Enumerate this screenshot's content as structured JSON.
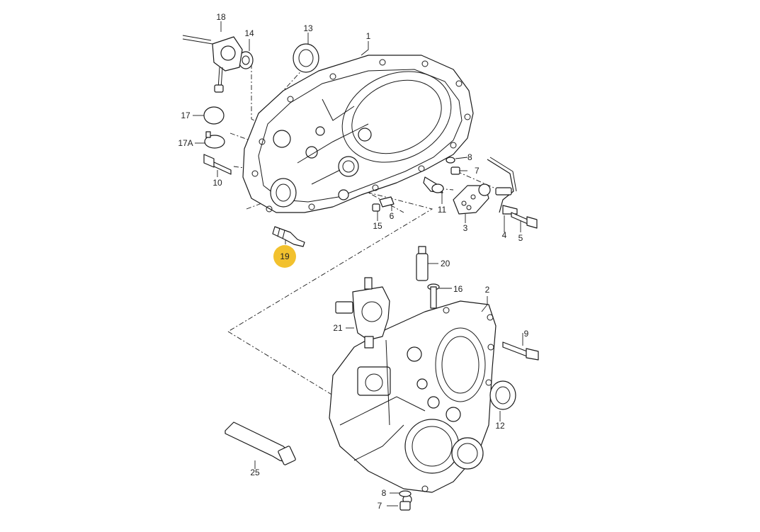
{
  "diagram": {
    "highlight_color": "#f2c12e",
    "labels": {
      "p1": "1",
      "p2": "2",
      "p3": "3",
      "p4": "4",
      "p5": "5",
      "p6": "6",
      "p7a": "7",
      "p7b": "7",
      "p8a": "8",
      "p8b": "8",
      "p9": "9",
      "p10": "10",
      "p11": "11",
      "p12": "12",
      "p13": "13",
      "p14": "14",
      "p15": "15",
      "p16": "16",
      "p17": "17",
      "p17a": "17A",
      "p18": "18",
      "p19": "19",
      "p20": "20",
      "p21": "21",
      "p25": "25"
    }
  }
}
